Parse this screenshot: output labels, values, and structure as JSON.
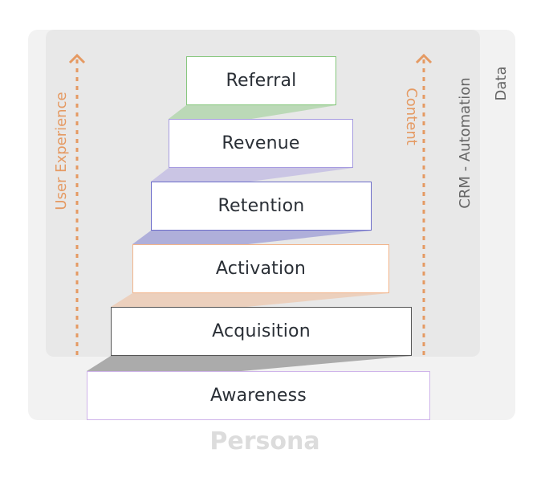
{
  "funnel": {
    "stages": [
      {
        "label": "Referral",
        "color": "#86c77c"
      },
      {
        "label": "Revenue",
        "color": "#a69be0"
      },
      {
        "label": "Retention",
        "color": "#6b6bc9"
      },
      {
        "label": "Activation",
        "color": "#f2b48a"
      },
      {
        "label": "Acquisition",
        "color": "#555555"
      },
      {
        "label": "Awareness",
        "color": "#cfb4ea"
      }
    ]
  },
  "labels": {
    "user_experience": "User Experience",
    "content": "Content",
    "crm_automation": "CRM - Automation",
    "data": "Data",
    "persona": "Persona"
  },
  "colors": {
    "arrow": "#e59a63",
    "outer_panel": "#f2f2f2",
    "inner_panel": "#e8e8e8",
    "side_label": "#666666",
    "persona_label": "#dcdcdc"
  }
}
